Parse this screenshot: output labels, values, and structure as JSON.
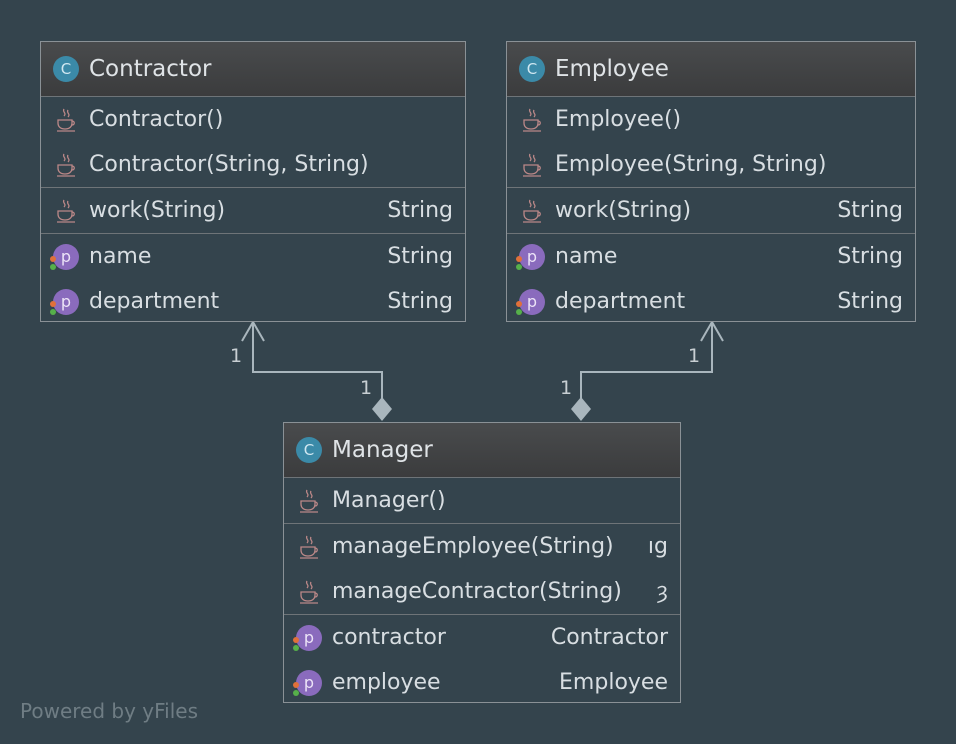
{
  "classes": {
    "contractor": {
      "kind_icon": "C",
      "name": "Contractor",
      "constructors": [
        "Contractor()",
        "Contractor(String, String)"
      ],
      "methods": [
        {
          "name": "work(String)",
          "type": "String"
        }
      ],
      "fields": [
        {
          "name": "name",
          "type": "String"
        },
        {
          "name": "department",
          "type": "String"
        }
      ]
    },
    "employee": {
      "kind_icon": "C",
      "name": "Employee",
      "constructors": [
        "Employee()",
        "Employee(String, String)"
      ],
      "methods": [
        {
          "name": "work(String)",
          "type": "String"
        }
      ],
      "fields": [
        {
          "name": "name",
          "type": "String"
        },
        {
          "name": "department",
          "type": "String"
        }
      ]
    },
    "manager": {
      "kind_icon": "C",
      "name": "Manager",
      "constructors": [
        "Manager()"
      ],
      "methods": [
        {
          "name": "manageEmployee(String)",
          "type": "ıg"
        },
        {
          "name": "manageContractor(String)",
          "type": "ȝ"
        }
      ],
      "fields": [
        {
          "name": "contractor",
          "type": "Contractor"
        },
        {
          "name": "employee",
          "type": "Employee"
        }
      ]
    }
  },
  "field_icon": "p",
  "method_icon": "java-cup-icon",
  "multiplicities": {
    "contractor_end": "1",
    "manager_left_end": "1",
    "employee_end": "1",
    "manager_right_end": "1"
  },
  "footer": "Powered by yFiles",
  "colors": {
    "background": "#34444d",
    "class_icon": "#3b8aa8",
    "field_icon": "#8a6bbd",
    "edge": "#a9b6bd"
  }
}
